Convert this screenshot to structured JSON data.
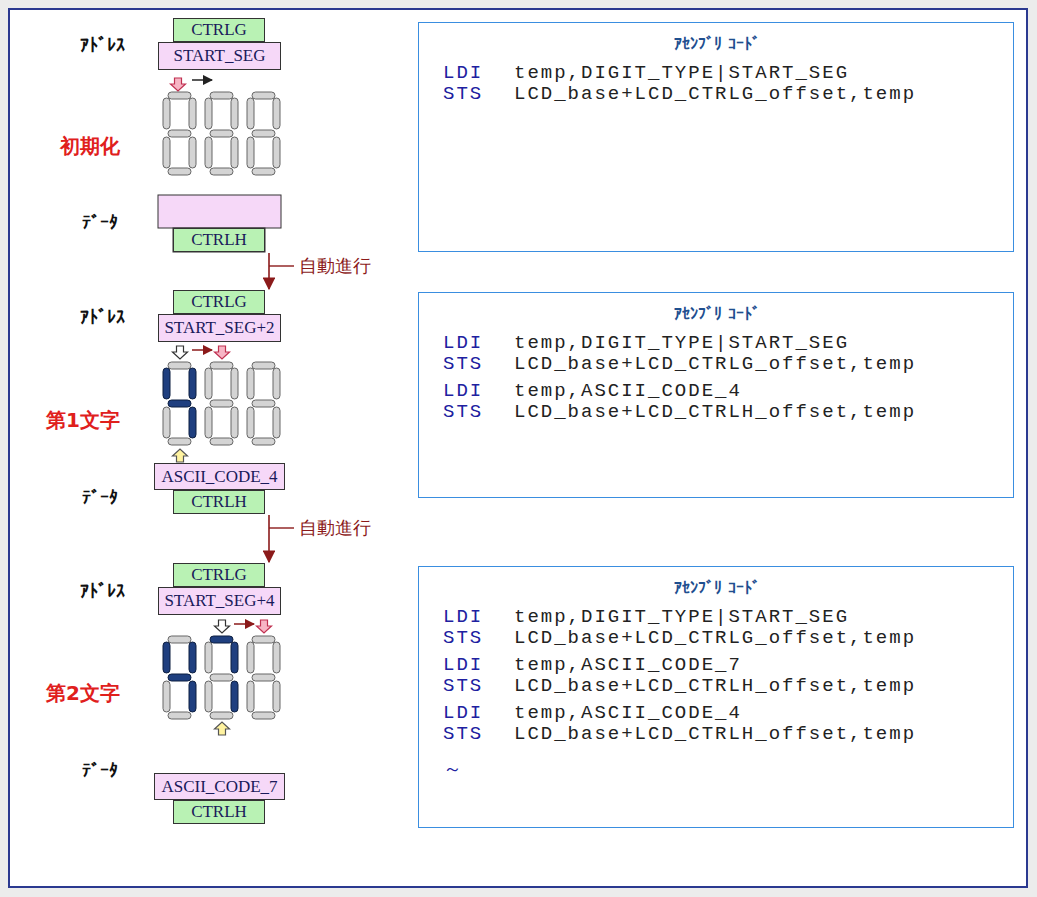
{
  "diagram": {
    "nodes": [
      {
        "text": [
          "CTRLG"
        ]
      },
      {
        "text": [
          "START_SEG"
        ]
      },
      {
        "text": [
          "CTRLH"
        ]
      },
      {
        "text": [
          "CTRLG"
        ]
      },
      {
        "text": [
          "START_SEG+2"
        ]
      },
      {
        "text": [
          "ASCII_CODE_4"
        ]
      },
      {
        "text": [
          "CTRLH"
        ]
      },
      {
        "text": [
          "CTRLG"
        ]
      },
      {
        "text": [
          "START_SEG+4"
        ]
      },
      {
        "text": [
          "ASCII_CODE_7"
        ]
      },
      {
        "text": [
          "CTRLH"
        ]
      },
      {
        "text": [
          "ｱｾﾝﾌﾞﾘ ｺｰﾄﾞ",
          "LDI",
          "temp,DIGIT_TYPE|START_SEG",
          "STS",
          "LCD_base+LCD_CTRLG_offset,temp"
        ]
      },
      {
        "text": [
          "ｱｾﾝﾌﾞﾘ ｺｰﾄﾞ",
          "LDI",
          "temp,DIGIT_TYPE|START_SEG",
          "STS",
          "LCD_base+LCD_CTRLG_offset,temp",
          "LDI",
          "temp,ASCII_CODE_4",
          "STS",
          "LCD_base+LCD_CTRLH_offset,temp"
        ]
      },
      {
        "text": [
          "ｱｾﾝﾌﾞﾘ ｺｰﾄﾞ",
          "LDI",
          "temp,DIGIT_TYPE|START_SEG",
          "STS",
          "LCD_base+LCD_CTRLG_offset,temp",
          "LDI",
          "temp,ASCII_CODE_7",
          "STS",
          "LCD_base+LCD_CTRLH_offset,temp",
          "LDI",
          "temp,ASCII_CODE_4",
          "STS",
          "LCD_base+LCD_CTRLH_offset,temp",
          "～"
        ]
      }
    ],
    "edges": [
      {
        "from": 2,
        "to": 3,
        "arrow": "to",
        "label": "自動進行"
      },
      {
        "from": 6,
        "to": 7,
        "arrow": "to",
        "label": "自動進行"
      }
    ],
    "labels": [
      "ｱﾄﾞﾚｽ",
      "初期化",
      "ﾃﾞｰﾀ",
      "ｱﾄﾞﾚｽ",
      "第1文字",
      "ﾃﾞｰﾀ",
      "ｱﾄﾞﾚｽ",
      "第2文字",
      "ﾃﾞｰﾀ"
    ]
  }
}
